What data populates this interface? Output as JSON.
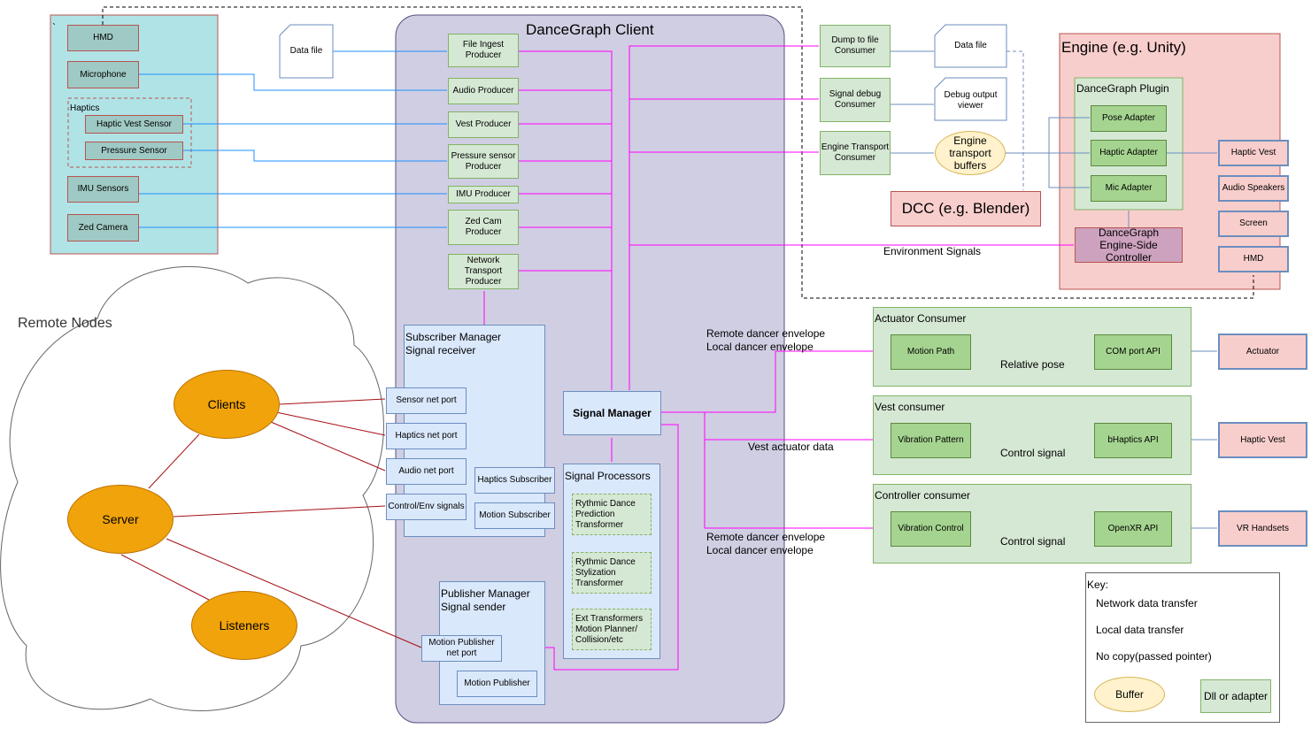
{
  "colors": {
    "network": "#a50f15",
    "local": "#6c8ebf",
    "nocopy": "#ff00ff",
    "sensorline": "#1e90ff"
  },
  "regions": {
    "client_title": "DanceGraph Client",
    "engine_title": "Engine (e.g. Unity)",
    "plugin_title": "DanceGraph Plugin",
    "remote_title": "Remote Nodes",
    "haptics_group": "Haptics",
    "dcc": "DCC (e.g. Blender)",
    "backtick": "`"
  },
  "sensors": {
    "hmd": "HMD",
    "microphone": "Microphone",
    "haptic_vest_sensor": "Haptic Vest Sensor",
    "pressure_sensor": "Pressure Sensor",
    "imu_sensors": "IMU Sensors",
    "zed_camera": "Zed Camera"
  },
  "data_file_left": "Data file",
  "producers": {
    "file_ingest": "File Ingest\nProducer",
    "audio": "Audio Producer",
    "vest": "Vest Producer",
    "pressure": "Pressure sensor\nProducer",
    "imu": "IMU Producer",
    "zed": "Zed Cam\nProducer",
    "network": "Network\nTransport\nProducer"
  },
  "subscriber": {
    "title": "Subscriber Manager\nSignal receiver",
    "sensor_port": "Sensor net port",
    "haptics_port": "Haptics net port",
    "audio_port": "Audio net port",
    "control_port": "Control/Env signals",
    "haptics_sub": "Haptics Subscriber",
    "motion_sub": "Motion Subscriber"
  },
  "signal_manager": "Signal Manager",
  "signal_processors": {
    "title": "Signal Processors",
    "rhythmic_pred": "Rythmic Dance\nPrediction\nTransformer",
    "rhythmic_style": "Rythmic Dance\nStylization\nTransformer",
    "ext": "Ext Transformers\nMotion Planner/\nCollision/etc"
  },
  "publisher": {
    "title": "Publisher Manager\nSignal sender",
    "motion_port": "Motion Publisher\nnet port",
    "motion_pub": "Motion Publisher"
  },
  "remote": {
    "clients": "Clients",
    "server": "Server",
    "listeners": "Listeners"
  },
  "consumers": {
    "dump": "Dump to file\nConsumer",
    "debug": "Signal debug\nConsumer",
    "engine_transport": "Engine Transport\nConsumer",
    "data_file": "Data file",
    "debug_viewer": "Debug output\nviewer",
    "buffers": "Engine\ntransport\nbuffers"
  },
  "engine": {
    "pose_adapter": "Pose Adapter",
    "haptic_adapter": "Haptic Adapter",
    "mic_adapter": "Mic Adapter",
    "controller": "DanceGraph\nEngine-Side Controller",
    "haptic_vest": "Haptic Vest",
    "audio_speakers": "Audio Speakers",
    "screen": "Screen",
    "hmd": "HMD"
  },
  "environment_signals": "Environment Signals",
  "actuator_consumer": {
    "title": "Actuator Consumer",
    "motion_path": "Motion Path",
    "com_port": "COM port API",
    "edge": "Relative pose",
    "actuator": "Actuator"
  },
  "vest_consumer": {
    "title": "Vest consumer",
    "vibration_pattern": "Vibration Pattern",
    "bhaptics": "bHaptics API",
    "edge": "Control signal",
    "haptic_vest": "Haptic Vest"
  },
  "controller_consumer": {
    "title": "Controller consumer",
    "vibration_control": "Vibration Control",
    "openxr": "OpenXR API",
    "edge": "Control signal",
    "vr_handsets": "VR Handsets"
  },
  "edge_labels": {
    "envelope_top": "Remote dancer envelope\nLocal dancer envelope",
    "vest_data": "Vest actuator data",
    "envelope_bottom": "Remote dancer envelope\nLocal dancer envelope"
  },
  "key": {
    "title": "Key:",
    "network": "Network data transfer",
    "local": "Local data transfer",
    "nocopy": "No copy(passed pointer)",
    "buffer": "Buffer",
    "dll": "Dll or adapter"
  }
}
